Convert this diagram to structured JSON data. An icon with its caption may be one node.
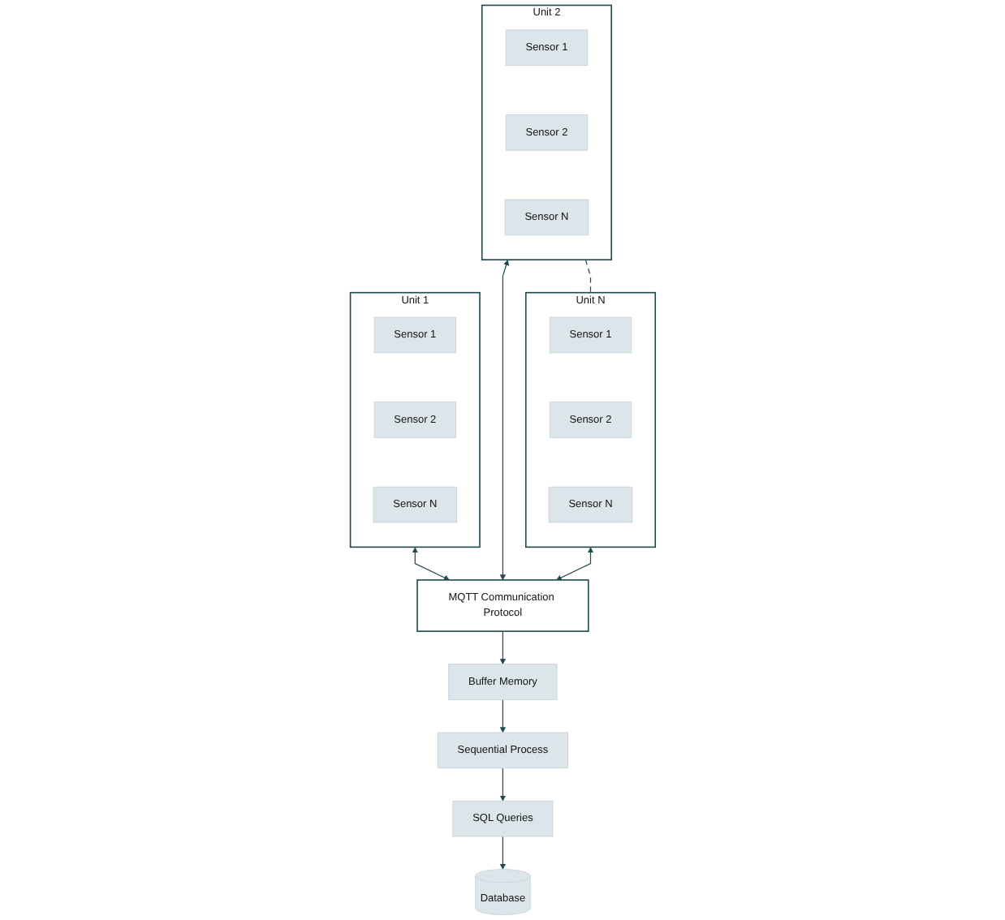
{
  "diagram": {
    "nodes": [
      {
        "text": [
          "Unit 1"
        ]
      },
      {
        "text": [
          "Sensor 1"
        ],
        "in": 0
      },
      {
        "text": [
          "Sensor 2"
        ],
        "in": 0
      },
      {
        "text": [
          "Sensor N"
        ],
        "in": 0
      },
      {
        "text": [
          "Unit 2"
        ]
      },
      {
        "text": [
          "Sensor 1"
        ],
        "in": 4
      },
      {
        "text": [
          "Sensor 2"
        ],
        "in": 4
      },
      {
        "text": [
          "Sensor N"
        ],
        "in": 4
      },
      {
        "text": [
          "Unit N"
        ]
      },
      {
        "text": [
          "Sensor 1"
        ],
        "in": 8
      },
      {
        "text": [
          "Sensor 2"
        ],
        "in": 8
      },
      {
        "text": [
          "Sensor N"
        ],
        "in": 8
      },
      {
        "text": [
          "MQTT Communication Protocol"
        ]
      },
      {
        "text": [
          "Buffer Memory"
        ]
      },
      {
        "text": [
          "Sequential Process"
        ]
      },
      {
        "text": [
          "SQL Queries"
        ]
      },
      {
        "text": [
          "Database"
        ]
      }
    ],
    "edges": [
      {
        "from": 0,
        "to": 12,
        "arrow": "both"
      },
      {
        "from": 4,
        "to": 12,
        "arrow": "both"
      },
      {
        "from": 8,
        "to": 12,
        "arrow": "both"
      },
      {
        "from": 4,
        "to": 8,
        "arrow": "none",
        "style": "dashed"
      },
      {
        "from": 12,
        "to": 13,
        "arrow": "to"
      },
      {
        "from": 13,
        "to": 14,
        "arrow": "to"
      },
      {
        "from": 14,
        "to": 15,
        "arrow": "to"
      },
      {
        "from": 15,
        "to": 16,
        "arrow": "to"
      }
    ]
  }
}
